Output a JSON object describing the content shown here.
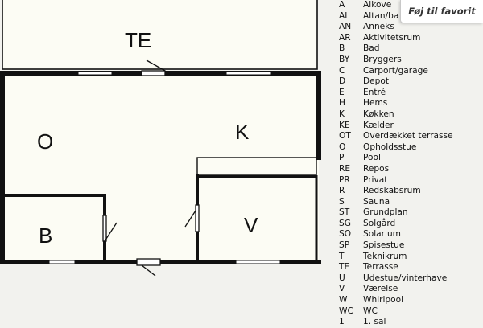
{
  "favorite_button": {
    "label": "Føj til favorit"
  },
  "rooms": {
    "te": "TE",
    "o": "O",
    "k": "K",
    "b": "B",
    "v": "V"
  },
  "legend": [
    {
      "code": "A",
      "name": "Alkove"
    },
    {
      "code": "AL",
      "name": "Altan/ba"
    },
    {
      "code": "AN",
      "name": "Anneks"
    },
    {
      "code": "AR",
      "name": "Aktivitetsrum"
    },
    {
      "code": "B",
      "name": "Bad"
    },
    {
      "code": "BY",
      "name": "Bryggers"
    },
    {
      "code": "C",
      "name": "Carport/garage"
    },
    {
      "code": "D",
      "name": "Depot"
    },
    {
      "code": "E",
      "name": "Entré"
    },
    {
      "code": "H",
      "name": "Hems"
    },
    {
      "code": "K",
      "name": "Køkken"
    },
    {
      "code": "KE",
      "name": "Kælder"
    },
    {
      "code": "OT",
      "name": "Overdækket terrasse"
    },
    {
      "code": "O",
      "name": "Opholdsstue"
    },
    {
      "code": "P",
      "name": "Pool"
    },
    {
      "code": "RE",
      "name": "Repos"
    },
    {
      "code": "PR",
      "name": "Privat"
    },
    {
      "code": "R",
      "name": "Redskabsrum"
    },
    {
      "code": "S",
      "name": "Sauna"
    },
    {
      "code": "ST",
      "name": "Grundplan"
    },
    {
      "code": "SG",
      "name": "Solgård"
    },
    {
      "code": "SO",
      "name": "Solarium"
    },
    {
      "code": "SP",
      "name": "Spisestue"
    },
    {
      "code": "T",
      "name": "Teknikrum"
    },
    {
      "code": "TE",
      "name": "Terrasse"
    },
    {
      "code": "U",
      "name": "Udestue/vinterhave"
    },
    {
      "code": "V",
      "name": "Værelse"
    },
    {
      "code": "W",
      "name": "Whirlpool"
    },
    {
      "code": "WC",
      "name": "WC"
    },
    {
      "code": "1",
      "name": "1. sal"
    }
  ]
}
